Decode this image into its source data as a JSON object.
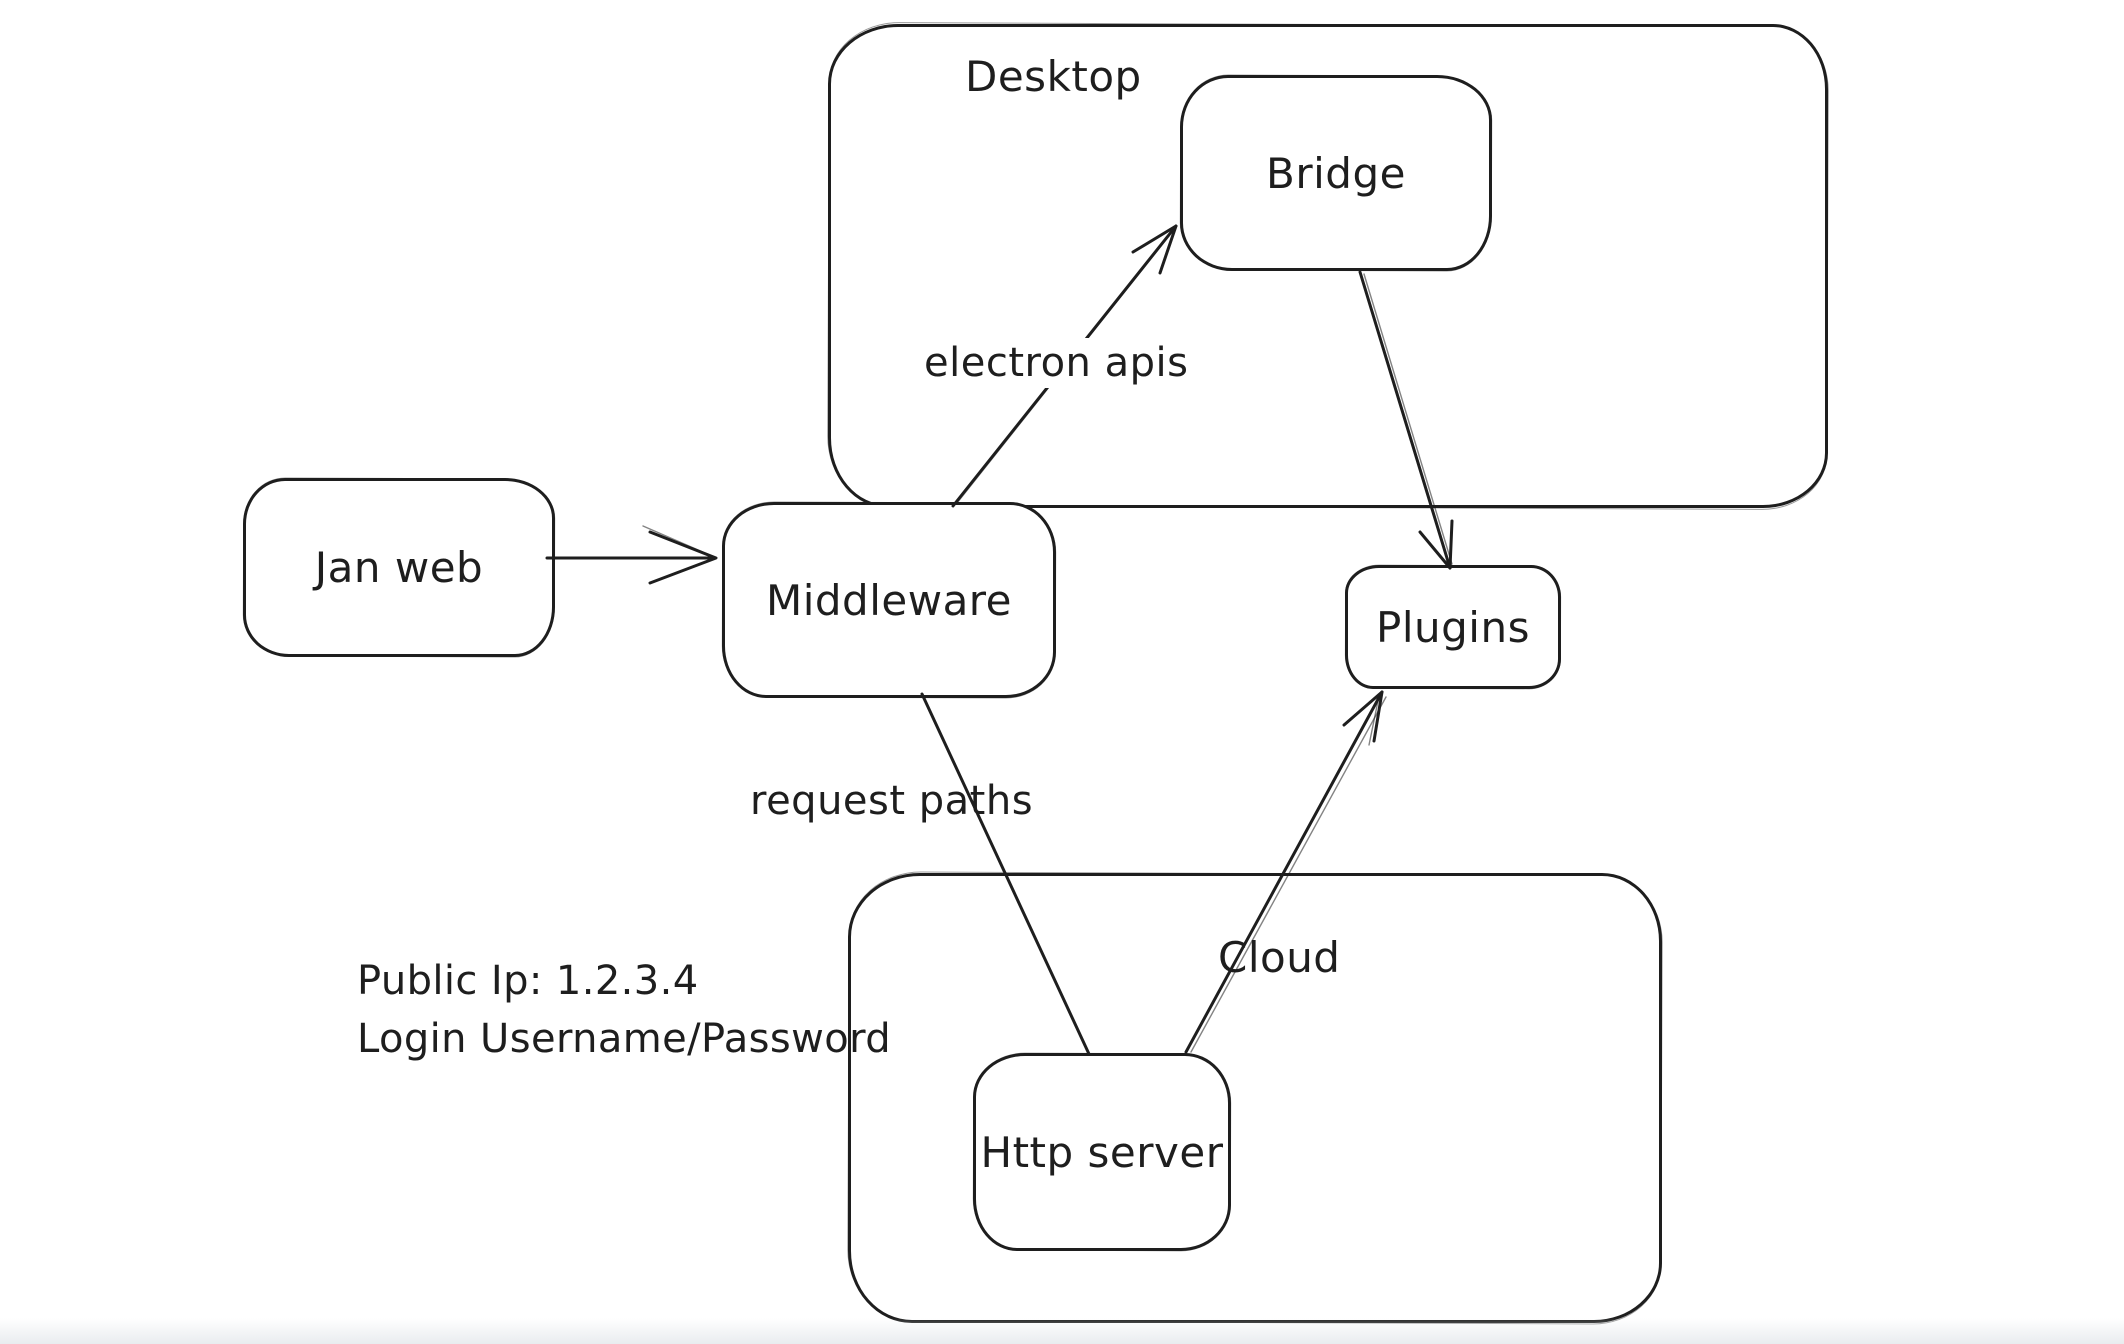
{
  "canvas": {
    "background": "#ffffff",
    "stroke_color": "#1e1e1e"
  },
  "diagram": {
    "containers": [
      {
        "id": "desktop",
        "label": "Desktop"
      },
      {
        "id": "cloud",
        "label": "Cloud"
      }
    ],
    "nodes": [
      {
        "id": "jan-web",
        "label": "Jan web"
      },
      {
        "id": "middleware",
        "label": "Middleware"
      },
      {
        "id": "bridge",
        "label": "Bridge"
      },
      {
        "id": "plugins",
        "label": "Plugins"
      },
      {
        "id": "http-server",
        "label": "Http server"
      }
    ],
    "edges": [
      {
        "from": "jan-web",
        "to": "middleware",
        "label": ""
      },
      {
        "from": "middleware",
        "to": "bridge",
        "label": "electron apis"
      },
      {
        "from": "bridge",
        "to": "plugins",
        "label": ""
      },
      {
        "from": "middleware",
        "to": "http-server",
        "label": "request paths"
      },
      {
        "from": "http-server",
        "to": "plugins",
        "label": ""
      }
    ],
    "annotations": [
      {
        "id": "cloud-credentials",
        "lines": [
          "Public Ip: 1.2.3.4",
          "Login Username/Password"
        ]
      }
    ]
  }
}
